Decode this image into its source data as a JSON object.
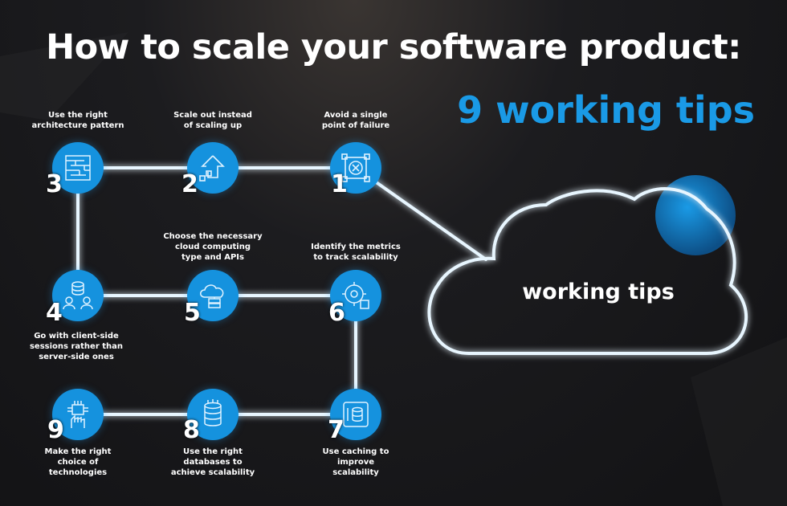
{
  "header": {
    "title": "How to scale your software product:",
    "subtitle": "9 working tips"
  },
  "cloud": {
    "label": "working tips"
  },
  "steps": [
    {
      "number": "1",
      "caption": "Avoid a single\npoint of failure",
      "icon": "target-frame-icon"
    },
    {
      "number": "2",
      "caption": "Scale out instead\nof scaling up",
      "icon": "scale-out-arrow-icon"
    },
    {
      "number": "3",
      "caption": "Use the right\narchitecture pattern",
      "icon": "maze-icon"
    },
    {
      "number": "4",
      "caption": "Go with client-side\nsessions rather than\nserver-side ones",
      "icon": "database-users-icon"
    },
    {
      "number": "5",
      "caption": "Choose the necessary\ncloud computing\ntype and APIs",
      "icon": "cloud-server-icon"
    },
    {
      "number": "6",
      "caption": "Identify the metrics\nto track scalability",
      "icon": "metrics-gear-icon"
    },
    {
      "number": "7",
      "caption": "Use caching to\nimprove\nscalability",
      "icon": "cache-database-icon"
    },
    {
      "number": "8",
      "caption": "Use the right\ndatabases to\nachieve scalability",
      "icon": "database-stack-icon"
    },
    {
      "number": "9",
      "caption": "Make the right\nchoice of\ntechnologies",
      "icon": "tech-chip-hand-icon"
    }
  ],
  "colors": {
    "accent": "#1a9ae6",
    "node": "#1592de",
    "line": "#ffffff",
    "background": "#141416"
  }
}
